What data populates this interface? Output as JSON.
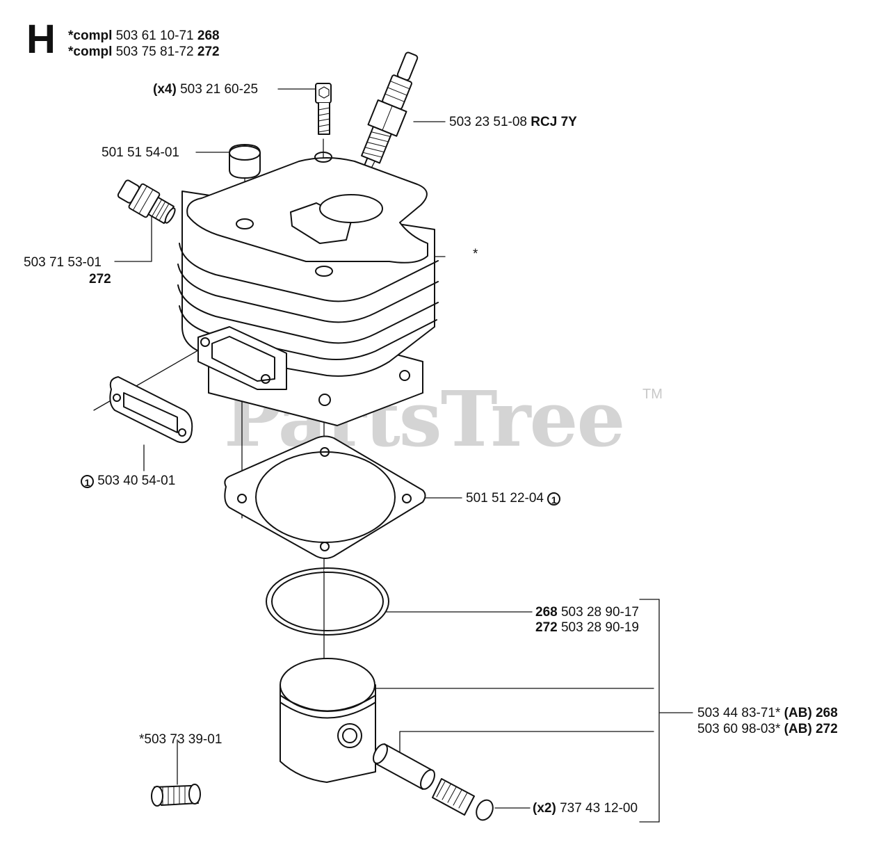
{
  "section": {
    "letter": "H"
  },
  "header": [
    {
      "prefix": "*compl",
      "number": "503 61 10-71",
      "model": "268"
    },
    {
      "prefix": "*compl",
      "number": "503 75 81-72",
      "model": "272"
    }
  ],
  "watermark": {
    "text": "PartsTree",
    "tm": "TM"
  },
  "parts": {
    "screw": {
      "qty": "(x4)",
      "number": "503 21 60-25"
    },
    "spark_plug": {
      "number": "503 23 51-08",
      "type": "RCJ 7Y"
    },
    "cap": {
      "number": "501 51 54-01"
    },
    "valve": {
      "number": "503 71 53-01",
      "model": "272"
    },
    "cylinder": {
      "marker": "*"
    },
    "exhaust_gasket": {
      "circle": "1",
      "number": "503 40 54-01"
    },
    "base_gasket": {
      "number": "501 51 22-04",
      "circle": "1"
    },
    "ring_268": {
      "model": "268",
      "number": "503 28 90-17"
    },
    "ring_272": {
      "model": "272",
      "number": "503 28 90-19"
    },
    "piston_268": {
      "number": "503 44 83-71*",
      "tag": "(AB)",
      "model": "268"
    },
    "piston_272": {
      "number": "503 60 98-03*",
      "tag": "(AB)",
      "model": "272"
    },
    "needle_bearing": {
      "number": "*503 73 39-01"
    },
    "circlip": {
      "qty": "(x2)",
      "number": "737 43 12-00"
    }
  }
}
